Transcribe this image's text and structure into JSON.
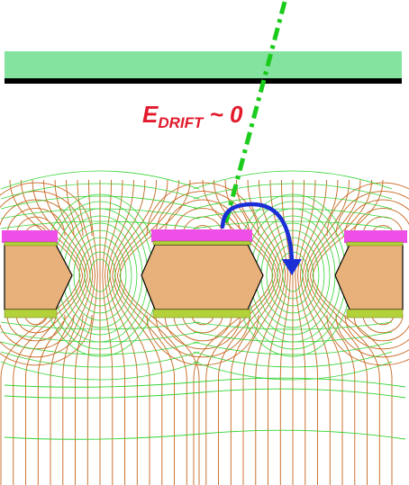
{
  "label": {
    "symbol": "E",
    "subscript": "DRIFT",
    "relation": " ~ 0"
  },
  "colors": {
    "drift_electrode": "#85e3a0",
    "drift_electrode_base": "#000000",
    "kapton": "#e8b07a",
    "kapton_outline": "#000000",
    "copper_top": "#ee4fe6",
    "copper_bottom": "#b3d23a",
    "field_lines": "#c7651e",
    "equipotentials": "#33d433",
    "electron_track": "#1ccc1c",
    "electron_path": "#1a2fd6",
    "label": "#e21a2c"
  },
  "icons": {
    "electron_path_arrow": "arrow-head-icon"
  }
}
